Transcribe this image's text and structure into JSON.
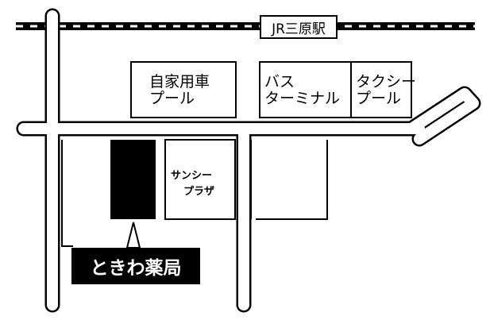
{
  "station": {
    "label": "JR三原駅"
  },
  "buildings": {
    "car_pool": {
      "line1": "自家用車",
      "line2": "プール"
    },
    "bus_terminal": {
      "line1": "バス",
      "line2": "ターミナル"
    },
    "taxi_pool": {
      "line1": "タクシー",
      "line2": "プール"
    },
    "sunshine_plaza": {
      "line1": "サンシー",
      "line2": "プラザ"
    }
  },
  "pharmacy": {
    "label": "ときわ薬局"
  },
  "colors": {
    "ink": "#000000",
    "paper": "#ffffff"
  }
}
